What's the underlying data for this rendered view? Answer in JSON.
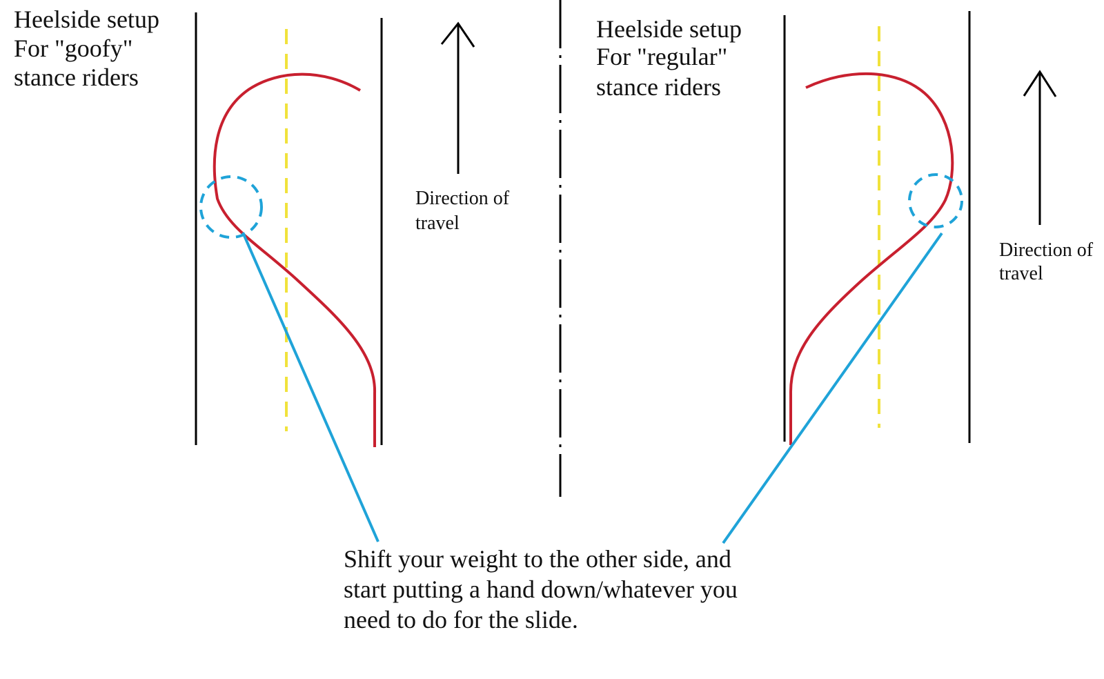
{
  "colors": {
    "road_edge": "#000000",
    "center_line": "#f1e23c",
    "path": "#c8202f",
    "callout": "#1fa3d8",
    "divider": "#000000",
    "text": "#111111"
  },
  "left_panel": {
    "title": [
      "Heelside setup",
      "For  \"goofy\"",
      "stance riders"
    ],
    "direction_label": [
      "Direction of",
      "travel"
    ]
  },
  "right_panel": {
    "title": [
      "Heelside setup",
      "For \"regular\"",
      "stance riders"
    ],
    "direction_label": [
      "Direction of",
      "travel"
    ]
  },
  "caption": [
    "Shift your weight to the other side, and",
    "start putting a hand down/whatever you",
    "need to do for the slide."
  ],
  "icons": {
    "direction_arrow": "arrow-up-icon",
    "highlight": "dashed-circle-icon"
  }
}
